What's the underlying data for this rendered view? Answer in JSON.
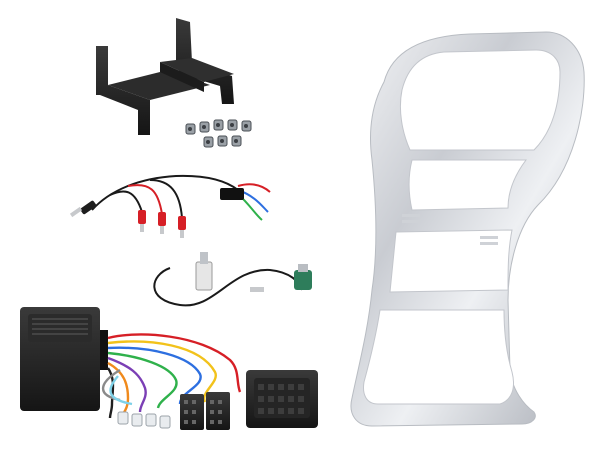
{
  "scene": {
    "background": "#ffffff",
    "components": [
      "mounting-bracket-left",
      "mounting-bracket-right",
      "mounting-screws",
      "steering-control-patch-lead",
      "antenna-adapter-cable",
      "steering-interface-box",
      "iso-harness-connectors",
      "vehicle-harness-connector",
      "fascia-panel"
    ],
    "colors": {
      "black_plastic": "#222222",
      "silver_fascia": "#d8dbe0",
      "wire_red": "#d61f26",
      "wire_blue": "#2d6fe0",
      "wire_yellow": "#f2c21b",
      "wire_green": "#2fb14b",
      "antenna_green": "#2e7d5b"
    }
  }
}
